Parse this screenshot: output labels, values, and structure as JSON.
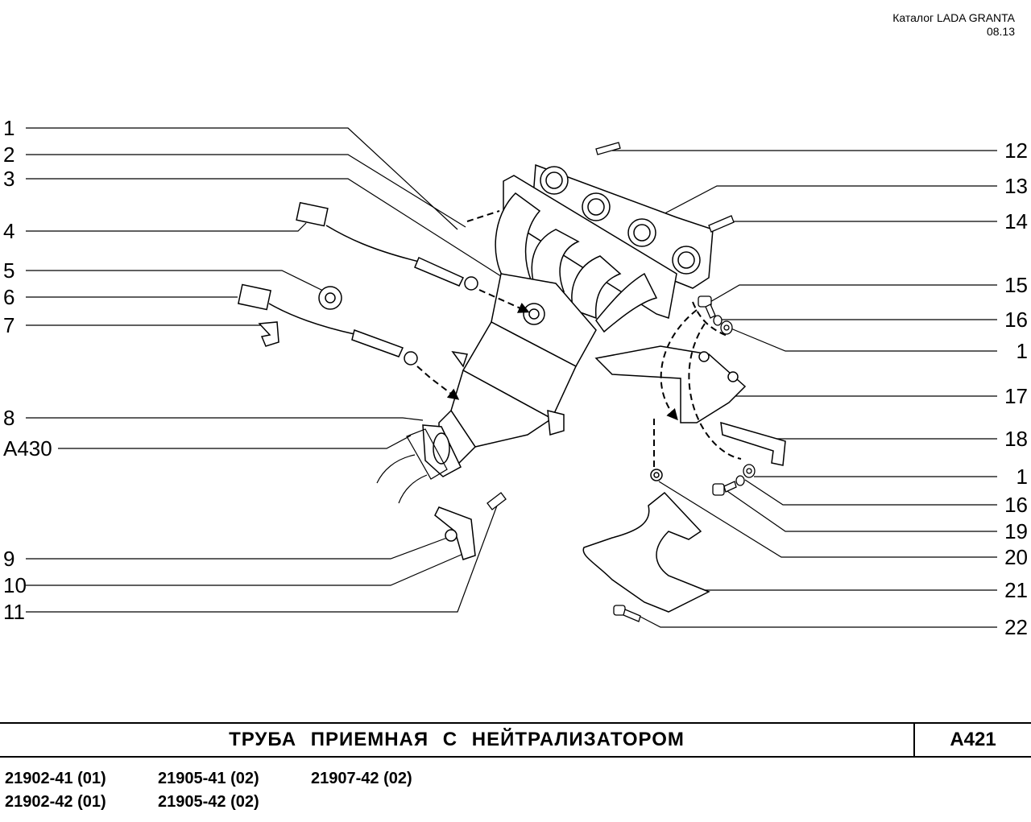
{
  "header": {
    "catalog": "Каталог  LADA  GRANTA",
    "date": "08.13"
  },
  "callouts_left": [
    {
      "label": "1"
    },
    {
      "label": "2"
    },
    {
      "label": "3"
    },
    {
      "label": "4"
    },
    {
      "label": "5"
    },
    {
      "label": "6"
    },
    {
      "label": "7"
    },
    {
      "label": "8"
    },
    {
      "label": "A430"
    },
    {
      "label": "9"
    },
    {
      "label": "10"
    },
    {
      "label": "11"
    }
  ],
  "callouts_right": [
    {
      "label": "12"
    },
    {
      "label": "13"
    },
    {
      "label": "14"
    },
    {
      "label": "15"
    },
    {
      "label": "16"
    },
    {
      "label": "1"
    },
    {
      "label": "17"
    },
    {
      "label": "18"
    },
    {
      "label": "1"
    },
    {
      "label": "16"
    },
    {
      "label": "19"
    },
    {
      "label": "20"
    },
    {
      "label": "21"
    },
    {
      "label": "22"
    }
  ],
  "title": {
    "text": "ТРУБА   ПРИЕМНАЯ   С   НЕЙТРАЛИЗАТОРОМ",
    "code": "A421"
  },
  "models": [
    [
      "21902-41 (01)",
      "21905-41 (02)",
      "21907-42 (02)"
    ],
    [
      "21902-42 (01)",
      "21905-42 (02)"
    ]
  ]
}
